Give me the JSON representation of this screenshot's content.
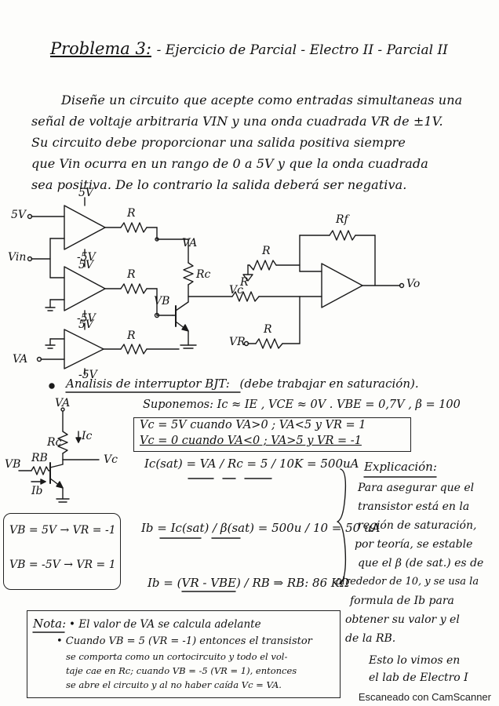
{
  "title": "Problema 3:",
  "subtitle": "- Ejercicio de Parcial - Electro II - Parcial II",
  "statement": [
    "Diseñe un circuito que acepte como entradas simultaneas una",
    "señal de voltaje arbitraria VIN y una onda cuadrada VR de ±1V.",
    "Su circuito debe proporcionar una salida positiva siempre",
    "que Vin ocurra en un rango de 0 a 5V y que la onda cuadrada",
    "sea positiva. De lo contrario la salida deberá ser negativa."
  ],
  "circuit": {
    "labels": {
      "v5in": "5V",
      "vin": "Vin",
      "va_in": "VA",
      "sat_top1": "5V",
      "sat_bot1": "-5V",
      "sat_top2": "5V",
      "sat_bot2": "-5V",
      "sat_top3": "5V",
      "sat_bot3": "-5V",
      "r1": "R",
      "r2": "R",
      "r3": "R",
      "ra": "R",
      "rb": "R",
      "rc_r": "R",
      "rf": "Rf",
      "rc": "Rc",
      "va": "VA",
      "vb": "VB",
      "vc": "Vc",
      "vr": "VR",
      "vo": "Vo"
    }
  },
  "analysis": {
    "heading": "Analisis de interruptor BJT:",
    "heading_note": "(debe trabajar en saturación).",
    "suponemos": "Suponemos: Ic ≈ IE , VCE ≈ 0V . VBE = 0,7V , β = 100",
    "cond1": "Vc = 5V cuando VA>0 ; VA<5 y VR = 1",
    "cond2": "Vc = 0 cuando VA<0 ; VA>5 y VR = -1",
    "eq_ic": "Ic(sat) = VA / Rc = 5 / 10K = 500uA",
    "eq_ib": "Ib = Ic(sat) / β(sat) = 500u / 10 = 50 uA",
    "eq_rb": "Ib = (VR - VBE) / RB ⇒ RB: 86 KΩ",
    "sub": {
      "va": "VA",
      "rc": "Rc",
      "ic": "Ic",
      "rb": "RB",
      "vb": "VB",
      "vc": "Vc",
      "ib": "Ib"
    },
    "vb_cases": [
      "VB = 5V → VR = -1",
      "VB = -5V → VR = 1"
    ]
  },
  "explicacion": {
    "heading": "Explicación:",
    "lines": [
      "Para asegurar que el",
      "transistor está en la",
      "región de saturación,",
      "por teoría, se estable",
      "que el β (de sat.) es de",
      "alrededor de 10, y se usa la",
      "formula de Ib para",
      "obtener su valor y el",
      "de la RB.",
      "Esto lo vimos en",
      "el lab de Electro I"
    ]
  },
  "nota": {
    "label": "Nota:",
    "lines": [
      "• El valor de VA se calcula adelante",
      "• Cuando VB = 5 (VR = -1) entonces el transistor",
      "se comporta como un cortocircuito y todo el vol-",
      "taje cae en Rc; cuando VB = -5 (VR = 1), entonces",
      "se abre el circuito y al no haber caída Vc = VA."
    ]
  },
  "footer": "Escaneado con CamScanner"
}
